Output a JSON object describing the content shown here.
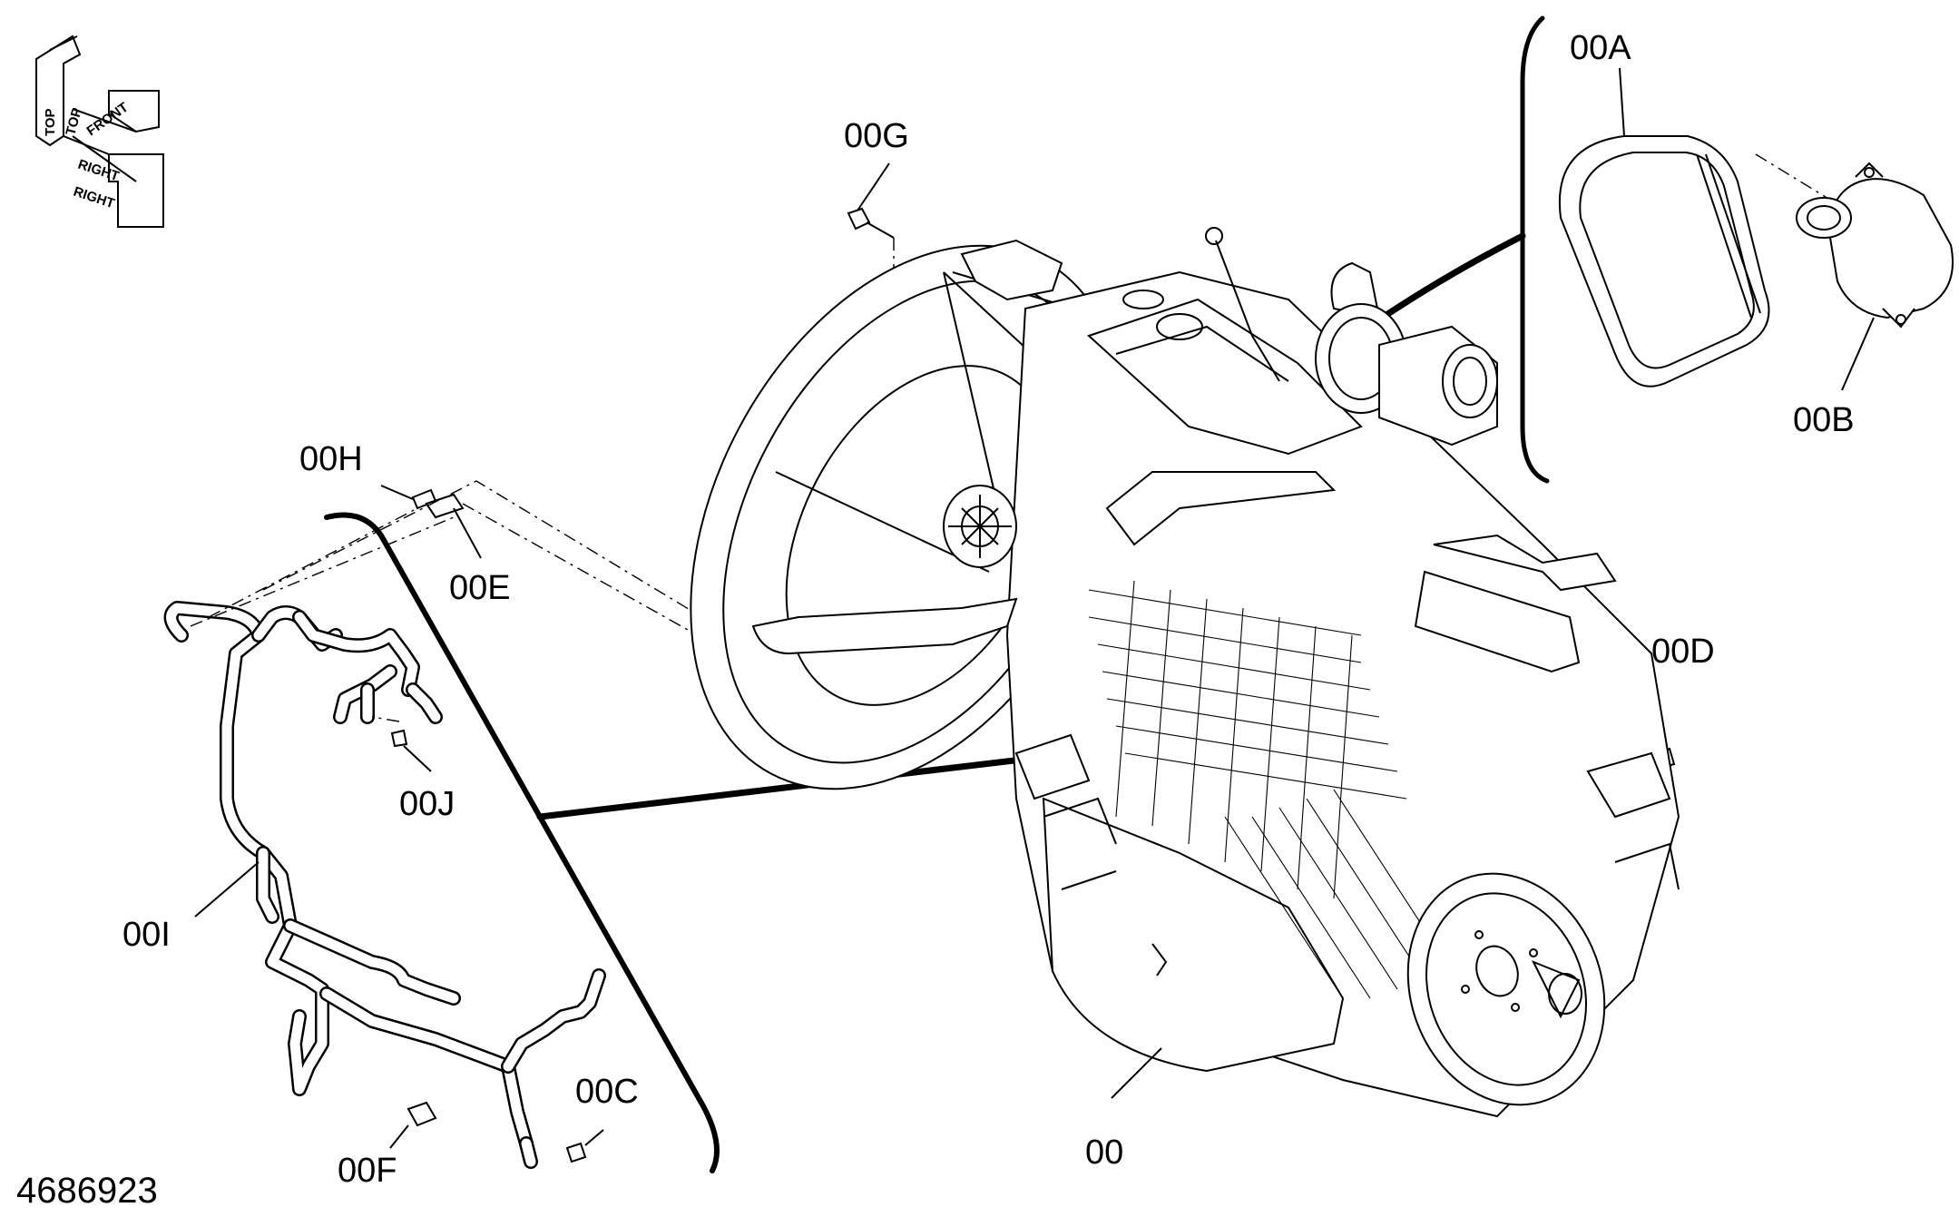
{
  "orientation": {
    "top": "TOP",
    "front": "FRONT",
    "right": "RIGHT"
  },
  "callouts": {
    "c00": "00",
    "c00A": "00A",
    "c00B": "00B",
    "c00C": "00C",
    "c00D": "00D",
    "c00E": "00E",
    "c00F": "00F",
    "c00G": "00G",
    "c00H": "00H",
    "c00I": "00I",
    "c00J": "00J"
  },
  "drawing_number": "4686923"
}
